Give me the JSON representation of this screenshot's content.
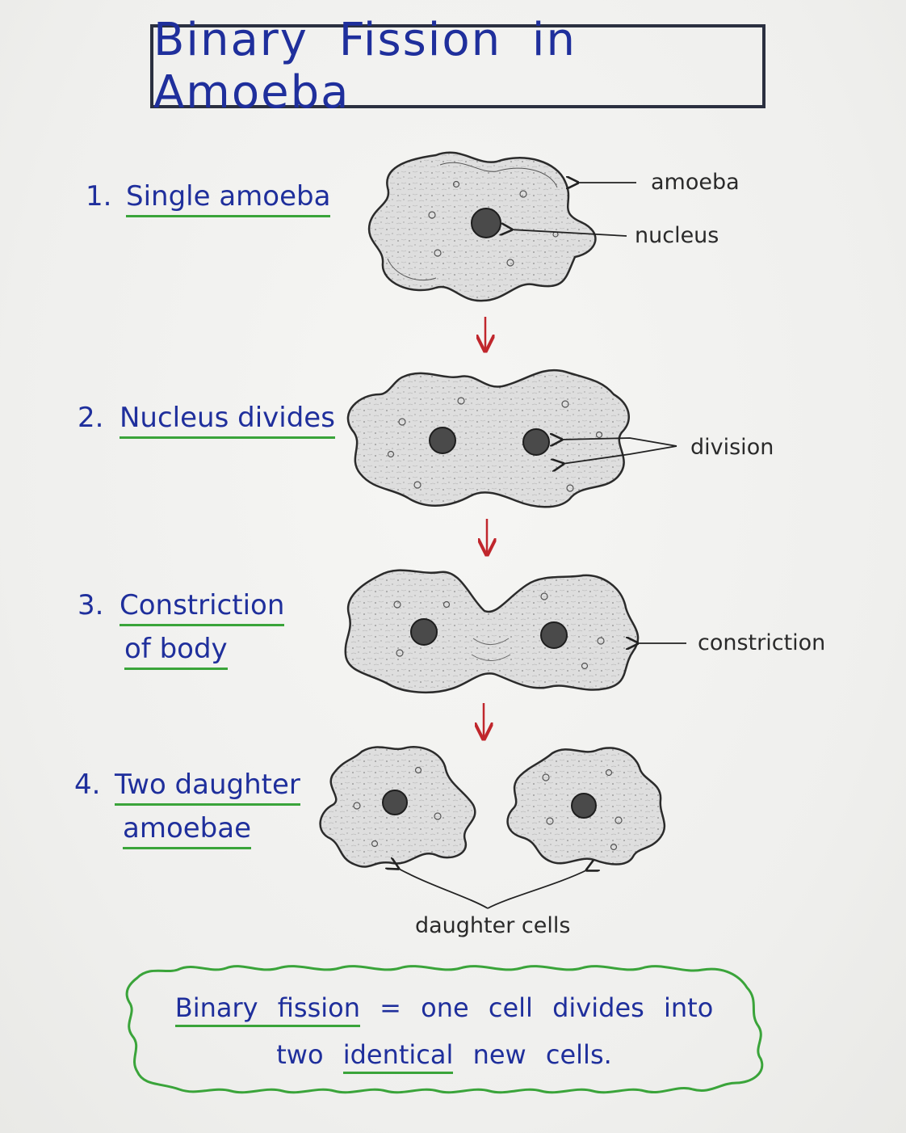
{
  "title": "Binary Fission in Amoeba",
  "steps": [
    {
      "number": "1.",
      "line1": "Single amoeba",
      "line2": ""
    },
    {
      "number": "2.",
      "line1": "Nucleus divides",
      "line2": ""
    },
    {
      "number": "3.",
      "line1": "Constriction",
      "line2": "of body"
    },
    {
      "number": "4.",
      "line1": "Two daughter",
      "line2": "amoebae"
    }
  ],
  "labels": {
    "amoeba": "amoeba",
    "nucleus": "nucleus",
    "division": "division",
    "constriction": "constriction",
    "daughter_cells": "daughter cells"
  },
  "summary": {
    "term": "Binary fission",
    "equals": "=",
    "rest_line1": "one cell divides into",
    "line2_a": "two",
    "line2_b": "identical",
    "line2_c": "new cells."
  },
  "colors": {
    "title_ink": "#1f2f9c",
    "underline_green": "#3aa43a",
    "flow_arrow_red": "#c0262c",
    "cell_fill": "#dcdcdc",
    "outline": "#2b2b2b"
  }
}
